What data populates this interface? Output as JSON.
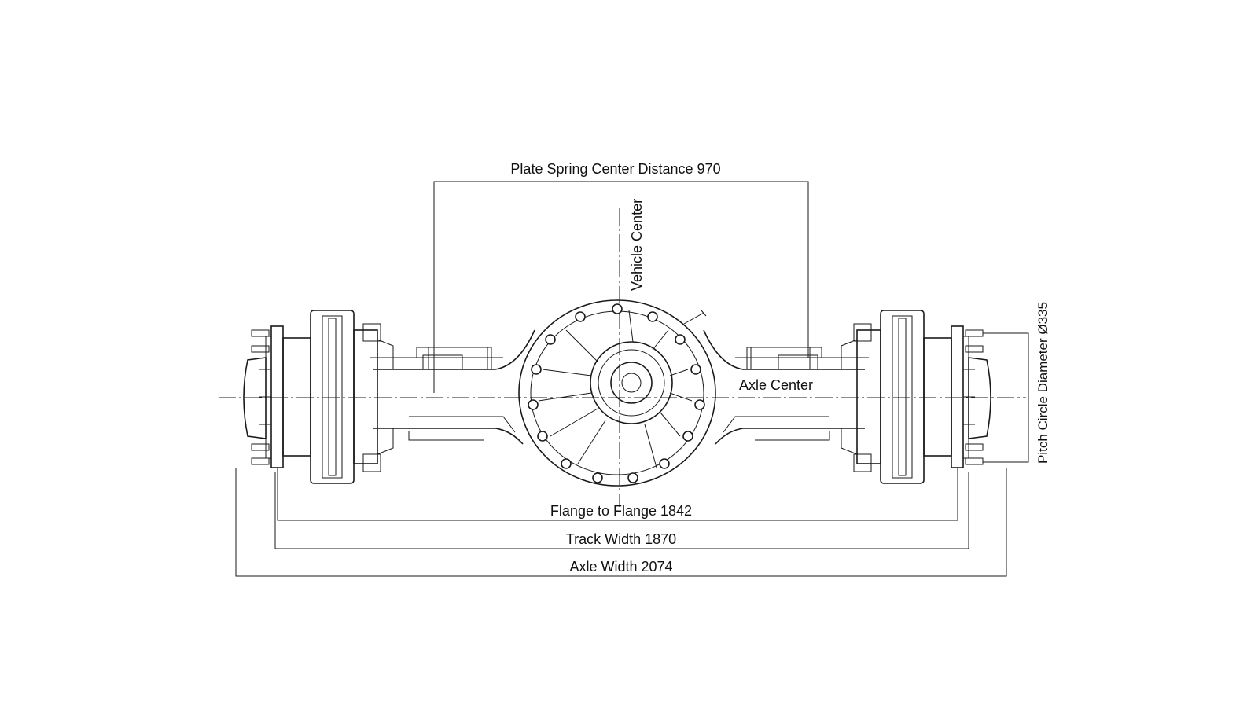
{
  "labels": {
    "plate_spring": "Plate Spring Center Distance  970",
    "vehicle_center": "Vehicle Center",
    "axle_center": "Axle Center",
    "pitch_circle": "Pitch Circle Diameter Ø335",
    "flange_to_flange": "Flange to Flange 1842",
    "track_width": "Track Width  1870",
    "axle_width": "Axle Width 2074"
  }
}
